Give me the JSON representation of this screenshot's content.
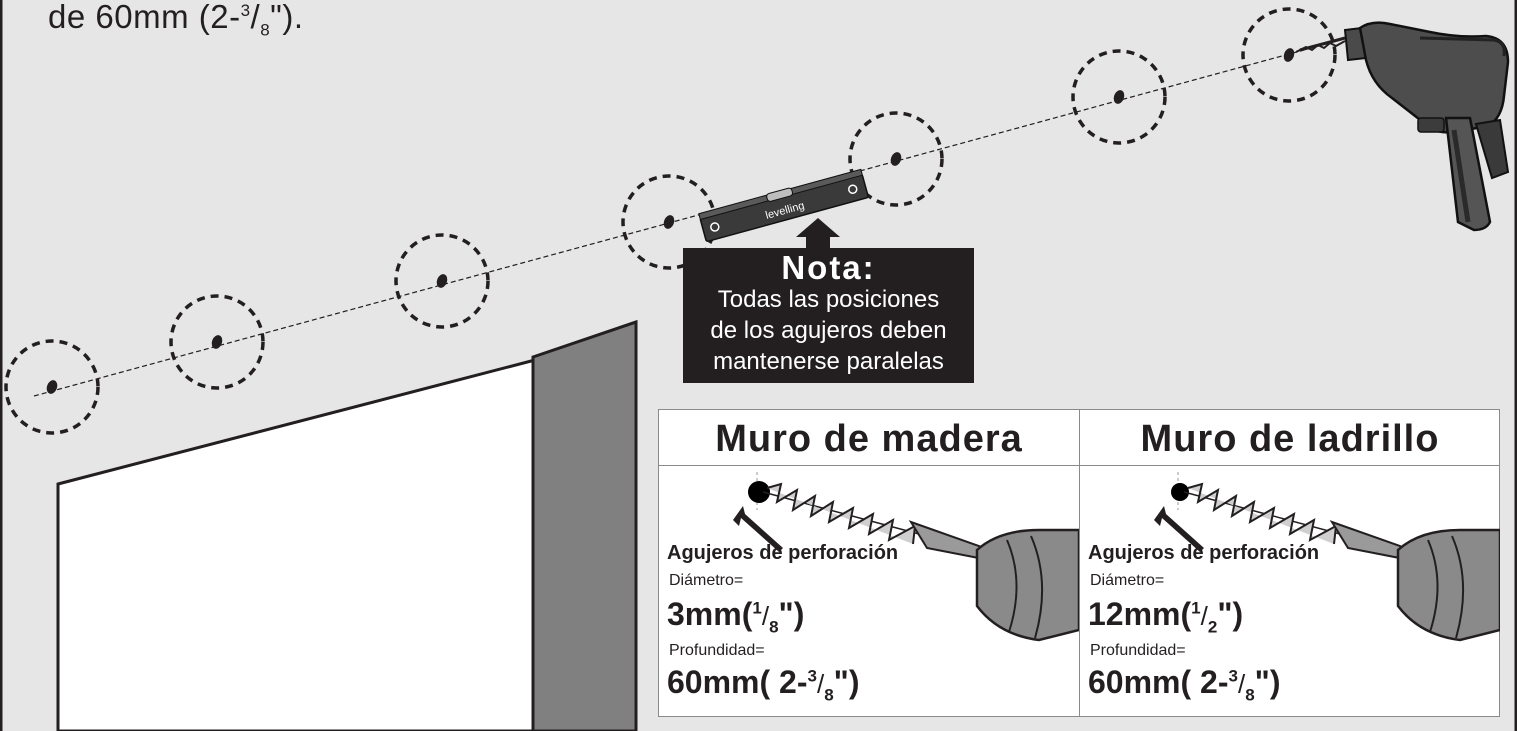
{
  "intro_text": {
    "prefix": "de 60mm (2-",
    "frac_num": "3",
    "frac_den": "8",
    "suffix": "\")."
  },
  "level_label": "levelling",
  "note": {
    "title": "Nota:",
    "lines": [
      "Todas las posiciones",
      "de los agujeros deben",
      "mantenerse paralelas"
    ]
  },
  "columns": [
    {
      "title": "Muro de madera",
      "drill_label": "Agujeros de perforación",
      "diameter_label": "Diámetro=",
      "diameter_main": "3mm(",
      "diameter_num": "1",
      "diameter_den": "8",
      "diameter_end": "\")",
      "depth_label": "Profundidad=",
      "depth_main": "60mm( 2-",
      "depth_num": "3",
      "depth_den": "8",
      "depth_end": "\")"
    },
    {
      "title": "Muro de ladrillo",
      "drill_label": "Agujeros de perforación",
      "diameter_label": "Diámetro=",
      "diameter_main": "12mm(",
      "diameter_num": "1",
      "diameter_den": "2",
      "diameter_end": "\")",
      "depth_label": "Profundidad=",
      "depth_main": "60mm( 2-",
      "depth_num": "3",
      "depth_den": "8",
      "depth_end": "\")"
    }
  ],
  "colors": {
    "wall": "#e6e6e6",
    "frame": "#231f20",
    "door_jamb": "#808080",
    "note_bg": "#231f20",
    "table_border": "#8a8a8a"
  }
}
